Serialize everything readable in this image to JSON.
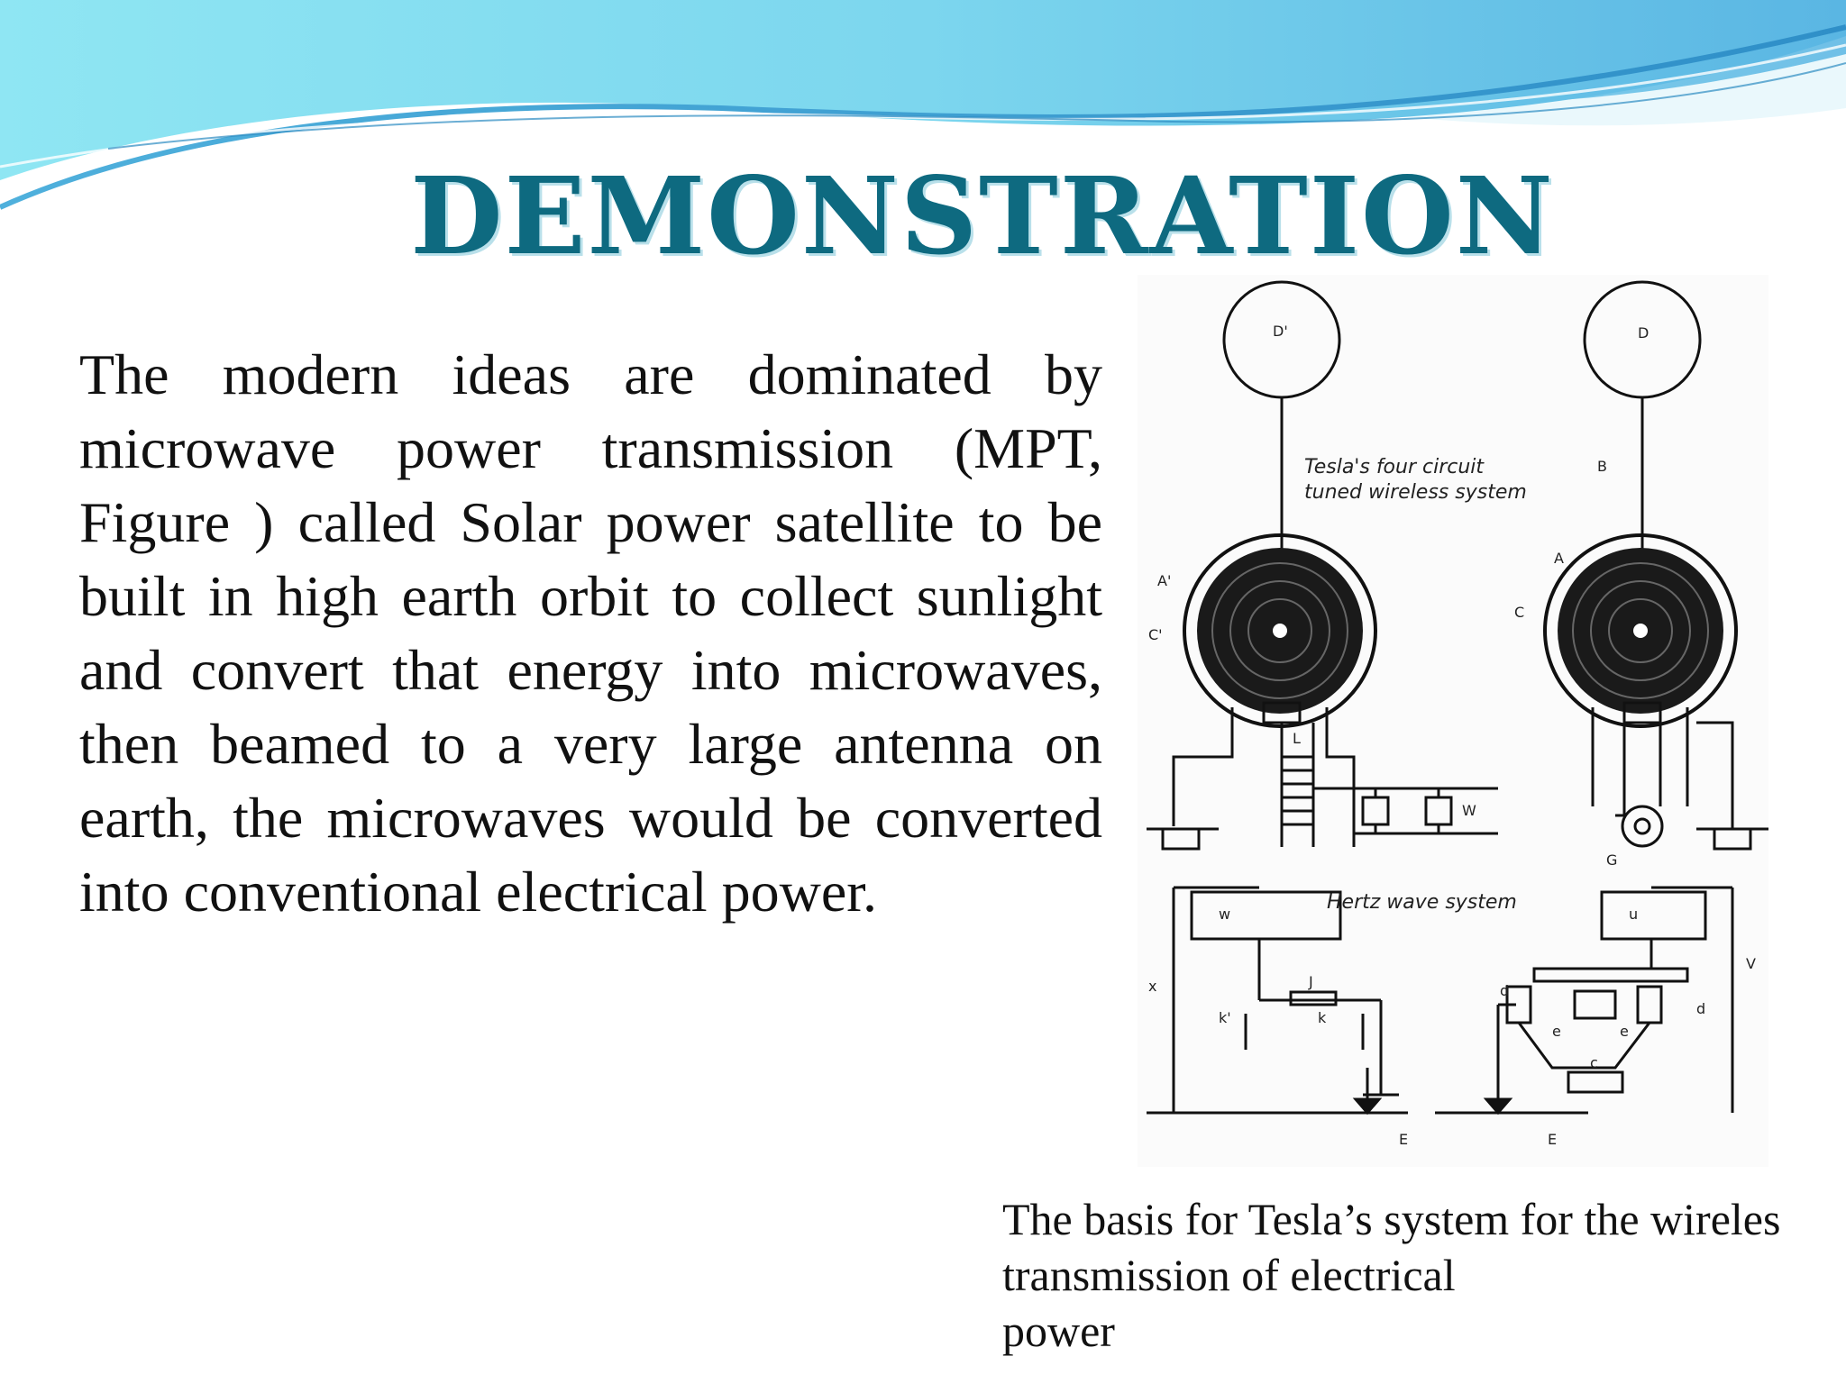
{
  "slide": {
    "title": "DEMONSTRATION",
    "body": "The modern ideas are dominated by microwave power transmission (MPT, Figure ) called Solar power satellite to be built in high earth orbit to collect sunlight and convert that energy into microwaves, then beamed to a very large antenna on earth, the microwaves would be converted into conventional electrical power.",
    "caption_lines": [
      "The basis for Tesla’s system for the wireles",
      "transmission of electrical",
      "power"
    ]
  },
  "diagram": {
    "top_note_line1": "Tesla's four circuit",
    "top_note_line2": "tuned wireless system",
    "bottom_note": "Hertz wave system",
    "labels": {
      "d_prime": "D'",
      "d": "D",
      "b": "B",
      "a_prime": "A'",
      "a": "A",
      "c_prime": "C'",
      "c": "C",
      "l": "L",
      "w_top": "W",
      "g": "G",
      "w_box": "w",
      "u_box": "u",
      "j": "J",
      "k_prime": "k'",
      "k": "k",
      "x": "x",
      "v": "V",
      "d_small_left": "d",
      "d_small_right": "d",
      "e_small_left": "e",
      "e_small_right": "e",
      "c_small": "c",
      "e_left": "E",
      "e_right": "E"
    }
  },
  "colors": {
    "title": "#0e6a80",
    "wave_light": "#9ee8f2",
    "wave_mid": "#5cc3e6",
    "wave_dark": "#3fa8d8"
  }
}
